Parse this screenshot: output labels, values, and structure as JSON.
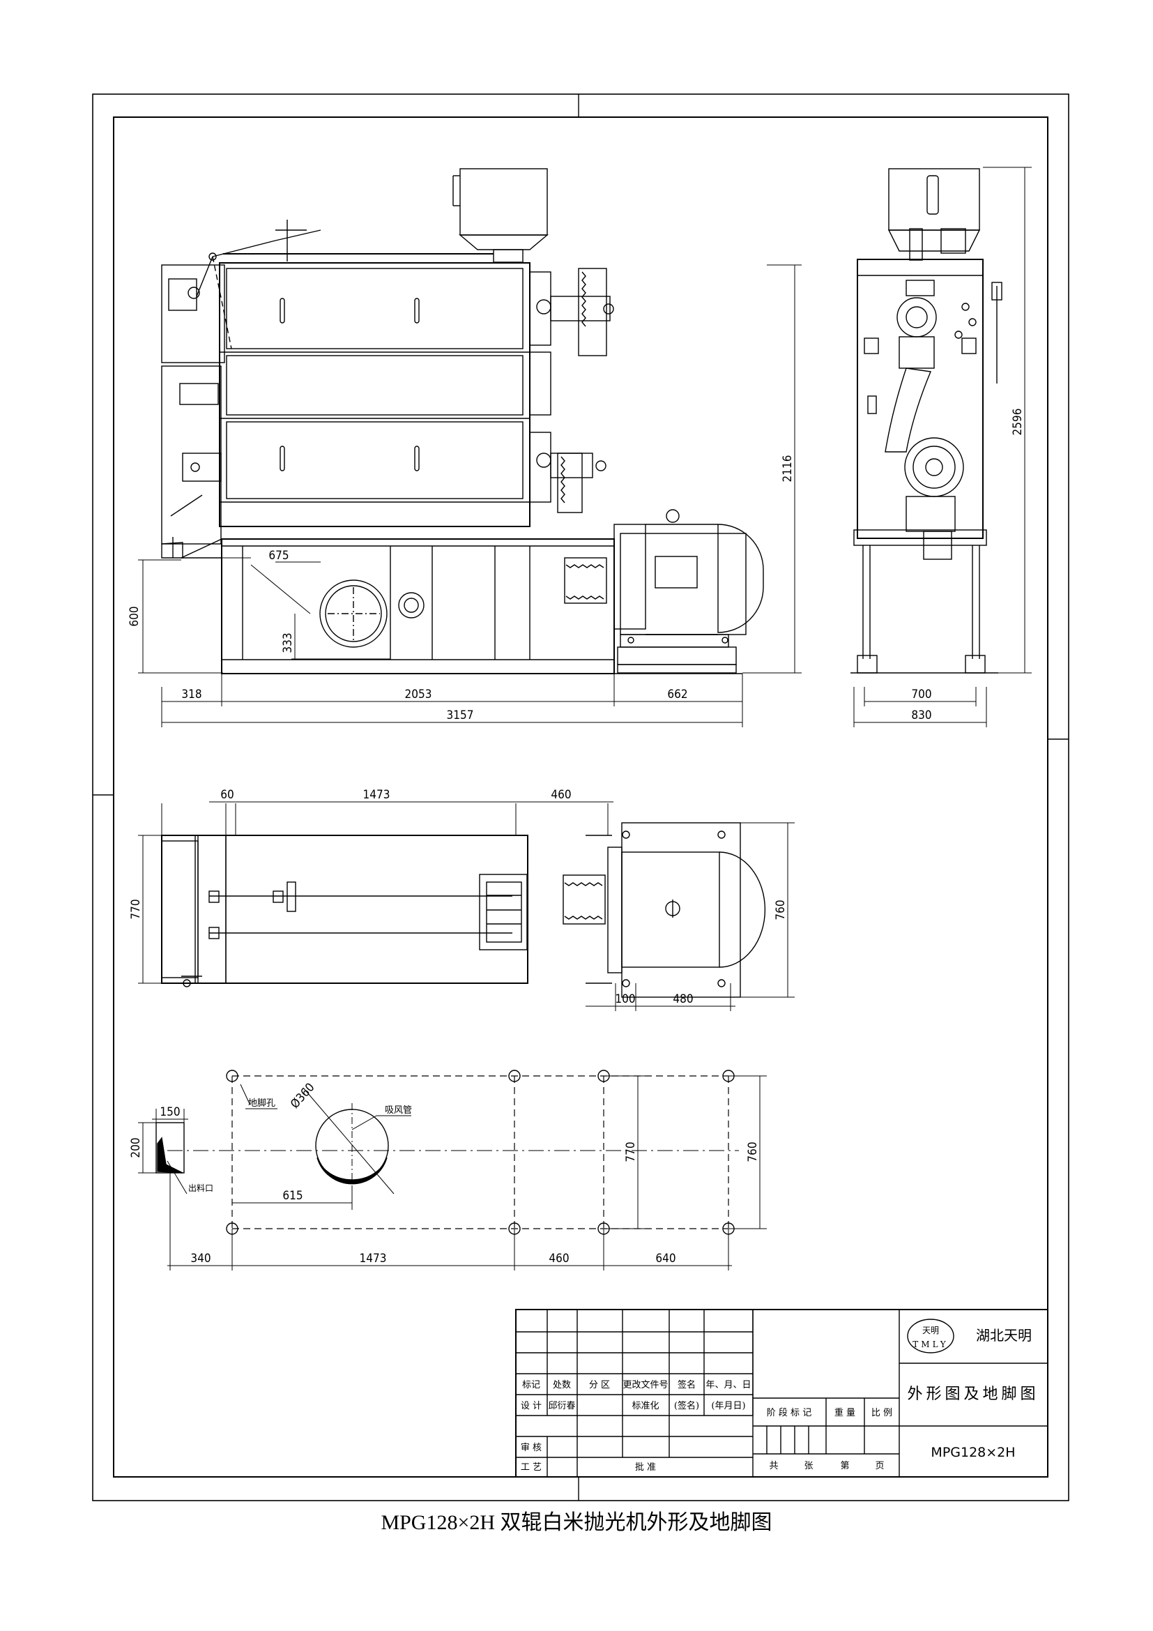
{
  "caption": "MPG128×2H 双辊白米抛光机外形及地脚图",
  "front_view": {
    "dims": {
      "d675": "675",
      "d333": "333",
      "d600": "600",
      "d2116": "2116",
      "d318": "318",
      "d2053": "2053",
      "d662": "662",
      "d3157": "3157"
    }
  },
  "side_view": {
    "dims": {
      "d2596": "2596",
      "d700": "700",
      "d830": "830"
    }
  },
  "top_view": {
    "dims": {
      "d60": "60",
      "d1473": "1473",
      "d460": "460",
      "d770": "770",
      "d760": "760",
      "d100": "100",
      "d480": "480"
    }
  },
  "foundation": {
    "dims": {
      "d150": "150",
      "d200": "200",
      "d360": "Ø360",
      "d770": "770",
      "d760": "760",
      "d615": "615",
      "d340": "340",
      "d1473": "1473",
      "d460": "460",
      "d640": "640"
    },
    "labels": {
      "anchor_hole": "地脚孔",
      "suction_pipe": "吸风管",
      "outlet": "出料口"
    }
  },
  "title_block": {
    "company": "湖北天明",
    "logo_top": "天明",
    "logo_bottom": "TMLY",
    "drawing_title": "外形图及地脚图",
    "model": "MPG128×2H",
    "rev_headers": [
      "标记",
      "处数",
      "分 区",
      "更改文件号",
      "签名",
      "年、月、日"
    ],
    "row_design": [
      "设 计",
      "邱衍春",
      "",
      "标准化",
      "(签名)",
      "(年月日)"
    ],
    "row_review": "审 核",
    "row_process": "工 艺",
    "approve": "批 准",
    "stage_headers": [
      "阶 段 标 记",
      "重 量",
      "比 例"
    ],
    "sheet_count": [
      "共",
      "张",
      "第",
      "页"
    ]
  }
}
